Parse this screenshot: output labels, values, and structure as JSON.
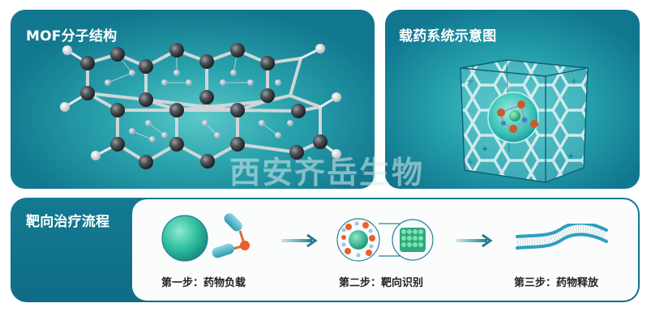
{
  "panels": {
    "mof": {
      "title": "MOF分子结构"
    },
    "drug_system": {
      "title": "载药系统示意图"
    },
    "flow": {
      "title": "靶向治疗流程",
      "steps": [
        {
          "label": "第一步：药物负载"
        },
        {
          "label": "第二步：靶向识别"
        },
        {
          "label": "第三步：药物释放"
        }
      ]
    }
  },
  "watermark": "西安齐岳生物",
  "colors": {
    "panel_teal": "#12788f",
    "panel_teal_light": "#4fc2c6",
    "flow_dark": "#0f6c86",
    "arrow": "#1f7f93",
    "orange_atom": "#e0552a",
    "green_sphere": "#2fbf9d"
  }
}
